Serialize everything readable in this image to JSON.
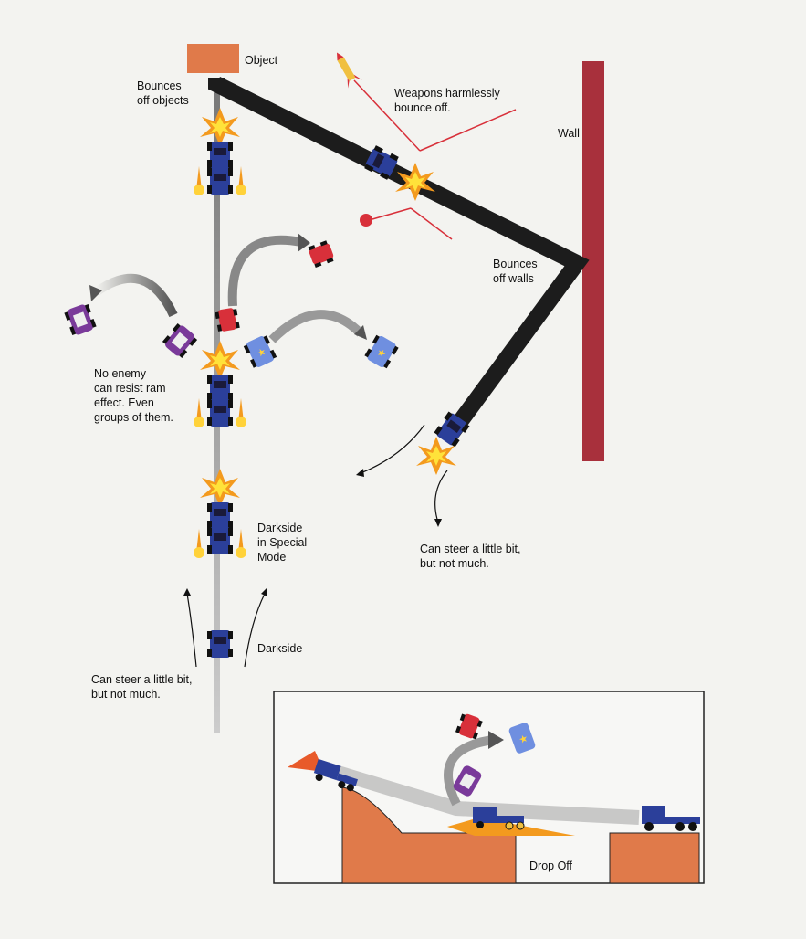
{
  "labels": {
    "object": "Object",
    "bounces_objects": [
      "Bounces",
      "off objects"
    ],
    "weapons": [
      "Weapons harmlessly",
      "bounce off."
    ],
    "wall": "Wall",
    "bounces_walls": [
      "Bounces",
      "off walls"
    ],
    "no_enemy": [
      "No enemy",
      "can resist ram",
      "effect. Even",
      "groups of them."
    ],
    "special_mode": [
      "Darkside",
      "in Special",
      "Mode"
    ],
    "darkside": "Darkside",
    "steer_left": [
      "Can steer a little bit,",
      "but not much."
    ],
    "steer_right": [
      "Can steer a little bit,",
      "but not much."
    ],
    "drop_off": "Drop Off"
  },
  "colors": {
    "object": "#e07a4a",
    "wall": "#a8303c",
    "path": "#1c1c1c",
    "car_blue": "#2b3f9a",
    "enemy_red": "#d8303a",
    "enemy_purple": "#7a3a9a",
    "enemy_lightblue": "#6f8fe0",
    "platform": "#e07a4a"
  }
}
